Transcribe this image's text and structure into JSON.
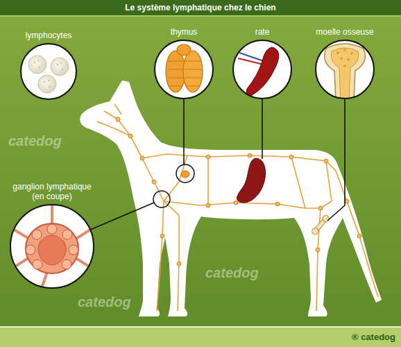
{
  "diagram": {
    "title": "Le système lymphatique chez le chien",
    "nodes": [
      {
        "text": [
          "lymphocytes"
        ]
      },
      {
        "text": [
          "thymus"
        ]
      },
      {
        "text": [
          "rate"
        ]
      },
      {
        "text": [
          "moelle osseuse"
        ]
      },
      {
        "text": [
          "ganglion lymphatique (en coupe)"
        ]
      }
    ],
    "labels": [
      "catedog",
      "catedog",
      "catedog",
      "® catedog"
    ]
  }
}
